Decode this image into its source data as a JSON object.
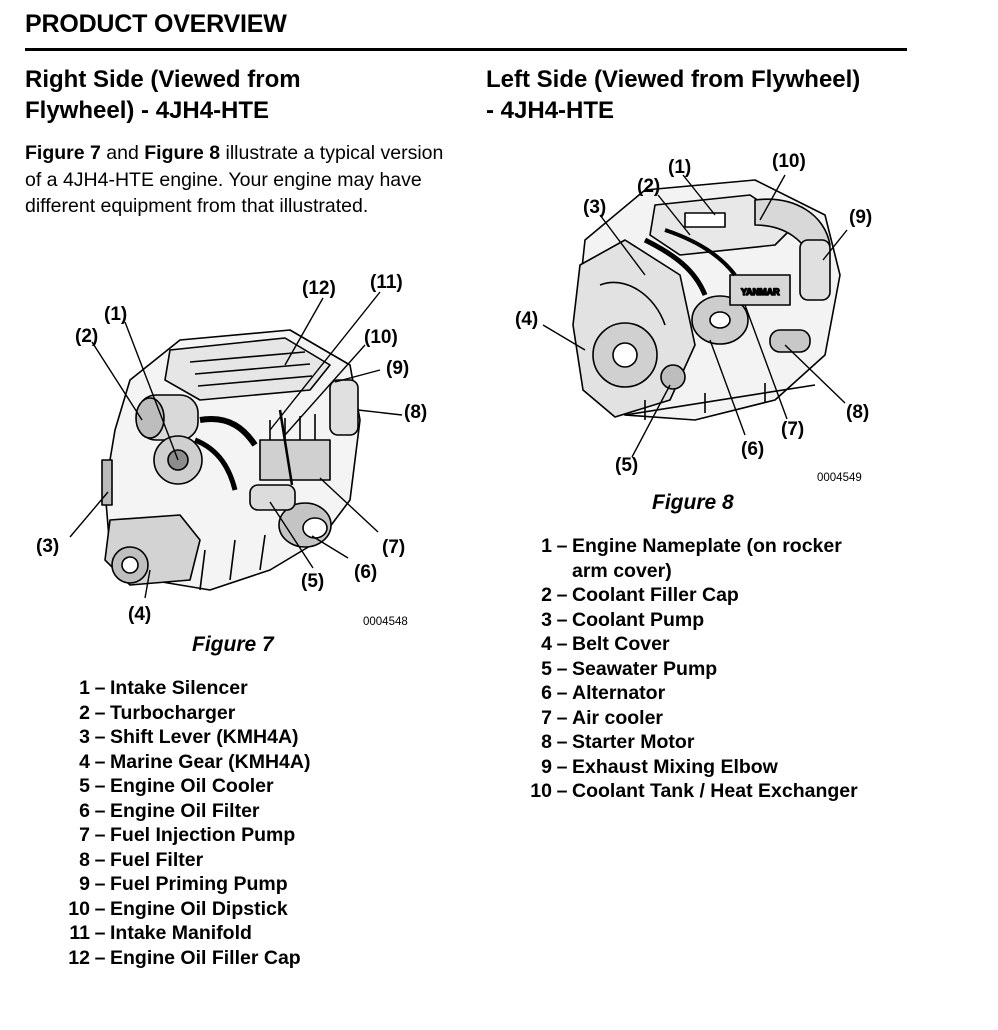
{
  "header": {
    "title": "PRODUCT OVERVIEW"
  },
  "right_side": {
    "title_line1": "Right Side (Viewed from",
    "title_line2": "Flywheel) - 4JH4-HTE",
    "intro": {
      "figure7_ref": "Figure 7",
      "and": " and ",
      "figure8_ref": "Figure 8",
      "text": " illustrate a typical version of a 4JH4-HTE engine. Your engine may have different equipment from that illustrated."
    },
    "figure": {
      "caption": "Figure 7",
      "image_number": "0004548",
      "callouts": [
        "(1)",
        "(2)",
        "(3)",
        "(4)",
        "(5)",
        "(6)",
        "(7)",
        "(8)",
        "(9)",
        "(10)",
        "(11)",
        "(12)"
      ]
    },
    "legend": [
      {
        "num": "1",
        "label": "Intake Silencer"
      },
      {
        "num": "2",
        "label": "Turbocharger"
      },
      {
        "num": "3",
        "label": "Shift Lever (KMH4A)"
      },
      {
        "num": "4",
        "label": "Marine Gear (KMH4A)"
      },
      {
        "num": "5",
        "label": "Engine Oil Cooler"
      },
      {
        "num": "6",
        "label": "Engine Oil Filter"
      },
      {
        "num": "7",
        "label": "Fuel Injection Pump"
      },
      {
        "num": "8",
        "label": "Fuel Filter"
      },
      {
        "num": "9",
        "label": "Fuel Priming Pump"
      },
      {
        "num": "10",
        "label": "Engine Oil Dipstick"
      },
      {
        "num": "11",
        "label": "Intake Manifold"
      },
      {
        "num": "12",
        "label": "Engine Oil Filler Cap"
      }
    ]
  },
  "left_side": {
    "title_line1": "Left Side (Viewed from Flywheel)",
    "title_line2": "- 4JH4-HTE",
    "figure": {
      "caption": "Figure 8",
      "image_number": "0004549",
      "callouts": [
        "(1)",
        "(2)",
        "(3)",
        "(4)",
        "(5)",
        "(6)",
        "(7)",
        "(8)",
        "(9)",
        "(10)"
      ],
      "brand_text": "YANMAR"
    },
    "legend": [
      {
        "num": "1",
        "label": "Engine Nameplate (on rocker",
        "cont": "arm cover)"
      },
      {
        "num": "2",
        "label": "Coolant Filler Cap"
      },
      {
        "num": "3",
        "label": "Coolant Pump"
      },
      {
        "num": "4",
        "label": "Belt Cover"
      },
      {
        "num": "5",
        "label": "Seawater Pump"
      },
      {
        "num": "6",
        "label": "Alternator"
      },
      {
        "num": "7",
        "label": "Air cooler"
      },
      {
        "num": "8",
        "label": "Starter Motor"
      },
      {
        "num": "9",
        "label": "Exhaust Mixing Elbow"
      },
      {
        "num": "10",
        "label": "Coolant Tank / Heat Exchanger"
      }
    ]
  },
  "dash": "–"
}
